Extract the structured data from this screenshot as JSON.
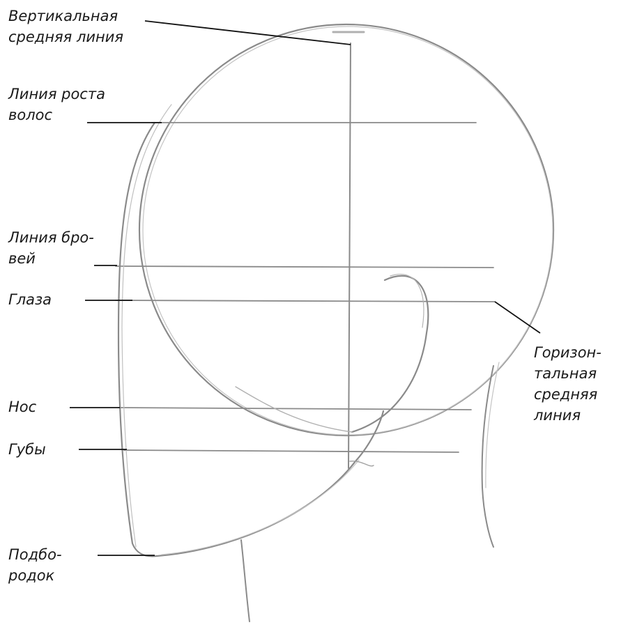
{
  "labels": {
    "vertical_midline": [
      "Вертикальная",
      "средняя линия"
    ],
    "hairline": [
      "Линия роста",
      "волос"
    ],
    "brow_line": [
      "Линия бро-",
      "вей"
    ],
    "eyes": [
      "Глаза"
    ],
    "horizontal_midline": [
      "Горизон-",
      "тальная",
      "средняя",
      "линия"
    ],
    "nose": [
      "Нос"
    ],
    "lips": [
      "Губы"
    ],
    "chin": [
      "Подбо-",
      "родок"
    ]
  },
  "colors": {
    "pencil": "#8a8a8a",
    "pencil_light": "#b8b8b8",
    "leader": "#111111",
    "text": "#1a1a1a"
  }
}
